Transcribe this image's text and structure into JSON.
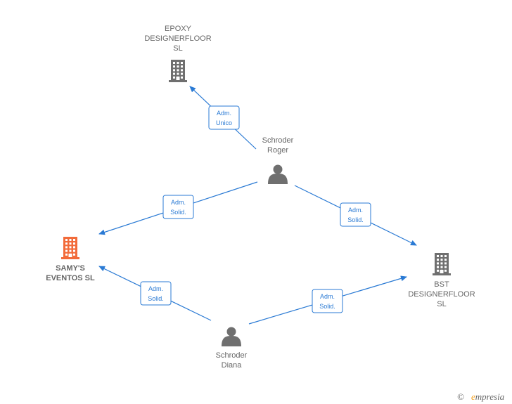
{
  "nodes": {
    "epoxy": {
      "type": "company",
      "lines": [
        "EPOXY",
        "DESIGNERFLOOR",
        "SL"
      ],
      "color": "#6f6f6f"
    },
    "samys": {
      "type": "company",
      "lines": [
        "SAMY'S",
        "EVENTOS  SL"
      ],
      "color": "#f26b3a",
      "highlight": true
    },
    "bst": {
      "type": "company",
      "lines": [
        "BST",
        "DESIGNERFLOOR",
        "SL"
      ],
      "color": "#6f6f6f"
    },
    "roger": {
      "type": "person",
      "lines": [
        "Schroder",
        "Roger"
      ],
      "color": "#6f6f6f"
    },
    "diana": {
      "type": "person",
      "lines": [
        "Schroder",
        "Diana"
      ],
      "color": "#6f6f6f"
    }
  },
  "edges": [
    {
      "from": "roger",
      "to": "epoxy",
      "lines": [
        "Adm.",
        "Unico"
      ]
    },
    {
      "from": "roger",
      "to": "samys",
      "lines": [
        "Adm.",
        "Solid."
      ]
    },
    {
      "from": "roger",
      "to": "bst",
      "lines": [
        "Adm.",
        "Solid."
      ]
    },
    {
      "from": "diana",
      "to": "samys",
      "lines": [
        "Adm.",
        "Solid."
      ]
    },
    {
      "from": "diana",
      "to": "bst",
      "lines": [
        "Adm.",
        "Solid."
      ]
    }
  ],
  "colors": {
    "edge": "#2a7ad4",
    "edge_box_border": "#2a7ad4"
  },
  "brand": {
    "copyright": "©",
    "initial": "e",
    "rest": "mpresia"
  }
}
